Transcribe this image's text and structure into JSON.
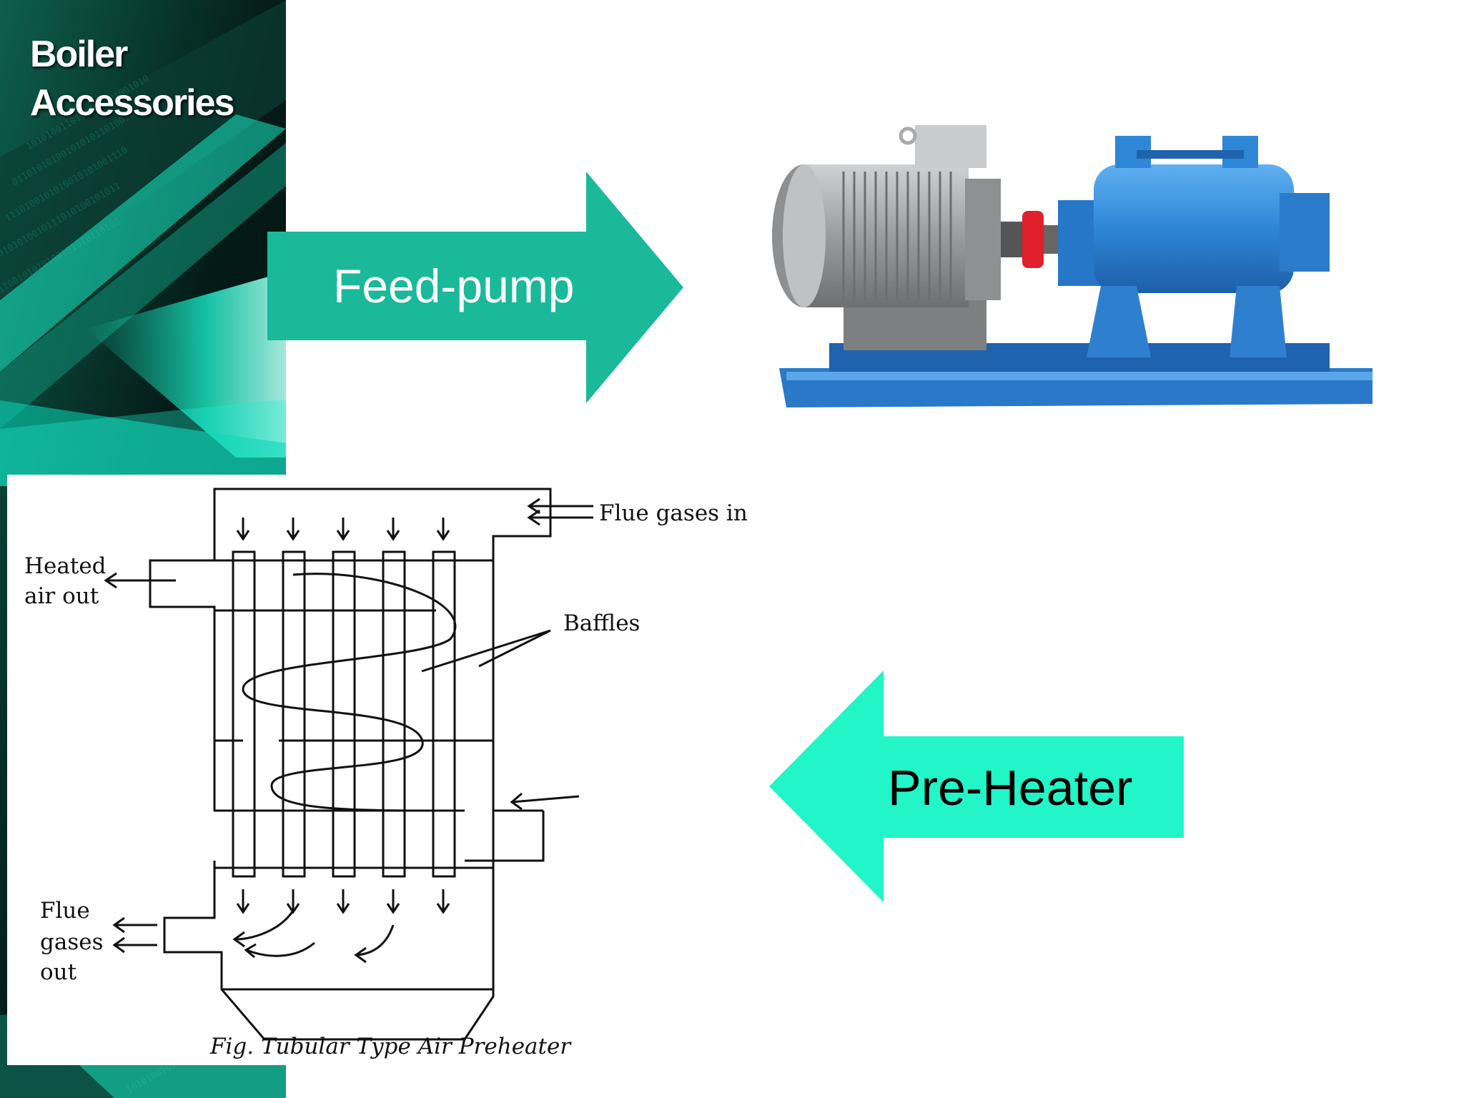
{
  "slide": {
    "title_line1": "Boiler",
    "title_line2": "Accessories"
  },
  "arrows": {
    "feed_pump": {
      "label": "Feed-pump",
      "direction": "right",
      "color": "#1ab99a"
    },
    "pre_heater": {
      "label": "Pre-Heater",
      "direction": "left",
      "color": "#22f5c8"
    }
  },
  "diagram": {
    "flue_gases_in": "Flue gases in",
    "heated_air_out_line1": "Heated",
    "heated_air_out_line2": "air out",
    "baffles": "Baffles",
    "flue_gases_out_line1": "Flue",
    "flue_gases_out_line2": "gases",
    "flue_gases_out_line3": "out",
    "caption": "Fig. Tubular Type Air Preheater"
  },
  "colors": {
    "band_dark": "#041a16",
    "band_teal": "#19e8c4",
    "pump_blue": "#2e86d6",
    "motor_grey": "#9a9c9e",
    "coupling_red": "#e0202a"
  }
}
